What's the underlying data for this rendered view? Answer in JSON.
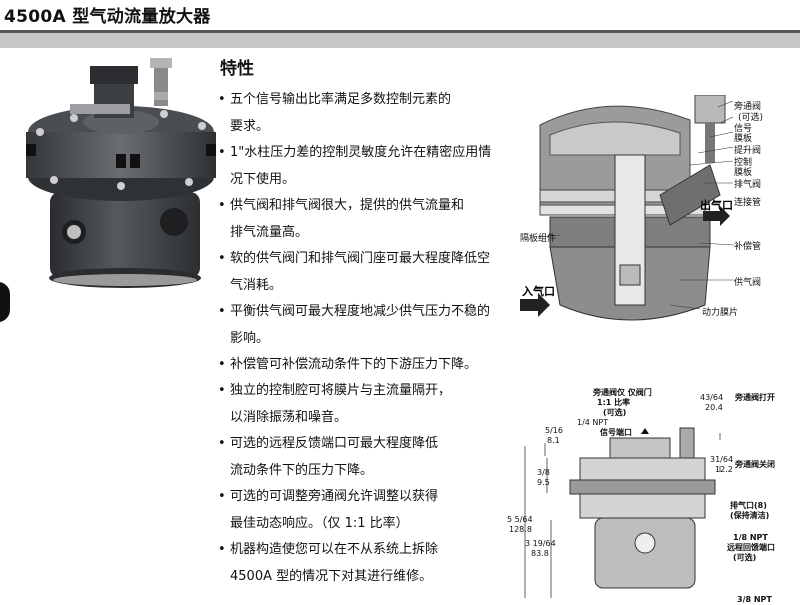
{
  "header": {
    "title": "4500A 型气动流量放大器"
  },
  "section_title": "特性",
  "features": [
    "五个信号输出比率满足多数控制元素的要求。",
    "1\"水柱压力差的控制灵敏度允许在精密应用情况下使用。",
    "供气阀和排气阀很大，提供的供气流量和排气流量高。",
    "软的供气阀门和排气阀门座可最大程度降低空气消耗。",
    "平衡供气阀可最大程度地减少供气压力不稳的影响。",
    "补偿管可补偿流动条件下的下游压力下降。",
    "独立的控制腔可将膜片与主流量隔开，以消除振荡和噪音。",
    "可选的远程反馈端口可最大程度降低流动条件下的压力下降。",
    "可选的可调整旁通阀允许调整以获得最佳动态响应。（仅 1:1 比率）",
    "机器构造使您可以在不从系统上拆除4500A 型的情况下对其进行维修。"
  ],
  "features_lines": [
    [
      "五个信号输出比率满足多数控制元素的",
      "要求。"
    ],
    [
      "1\"水柱压力差的控制灵敏度允许在精密应用情",
      "况下使用。"
    ],
    [
      "供气阀和排气阀很大，提供的供气流量和",
      "排气流量高。"
    ],
    [
      "软的供气阀门和排气阀门座可最大程度降低空",
      "气消耗。"
    ],
    [
      "平衡供气阀可最大程度地减少供气压力不稳的",
      "影响。"
    ],
    [
      "补偿管可补偿流动条件下的下游压力下降。"
    ],
    [
      "独立的控制腔可将膜片与主流量隔开，",
      "以消除振荡和噪音。"
    ],
    [
      "可选的远程反馈端口可最大程度降低",
      "流动条件下的压力下降。"
    ],
    [
      "可选的可调整旁通阀允许调整以获得",
      "最佳动态响应。（仅 1:1 比率）"
    ],
    [
      "机器构造使您可以在不从系统上拆除",
      "4500A 型的情况下对其进行维修。"
    ]
  ],
  "cutaway": {
    "labels": {
      "bypass": "旁通阀",
      "optional": "(可选)",
      "signal_diaphragm": "信号膜板",
      "lift_valve": "提升阀",
      "control_diaphragm": "控制膜板",
      "exhaust_valve": "排气阀",
      "connecting_pipe": "连接管",
      "outlet": "出气口",
      "diaphragm_assembly": "隔板组件",
      "compensation_pipe": "补偿管",
      "supply_valve": "供气阀",
      "inlet": "入气口",
      "power_diaphragm": "动力膜片"
    }
  },
  "drawing": {
    "labels": {
      "bypass_top": "旁通阀仅 仅阀门",
      "ratio": "1:1 比率",
      "optional1": "(可选)",
      "frac_43_64": "43/64",
      "mm_20_4": "20.4",
      "bypass_open": "旁通阀打开",
      "frac_5_16": "5/16",
      "mm_8_1": "8.1",
      "npt_14": "1/4 NPT",
      "signal_port": "信号端口",
      "frac_31_64": "31/64",
      "mm_12_2": "12.2",
      "bypass_closed": "旁通阀关闭",
      "frac_3_8": "3/8",
      "mm_9_5": "9.5",
      "exhaust_port": "排气口(8)",
      "exhaust_note": "(保持清洁)",
      "dim_5_5_64": "5 5/64",
      "mm_128_8": "128.8",
      "dim_3_19_64": "3 19/64",
      "mm_83_8": "83.8",
      "npt_18": "1/8 NPT",
      "remote_feedback": "远程回馈端口",
      "optional2": "(可选)",
      "npt_38": "3/8 NPT"
    }
  },
  "colors": {
    "topbar": "#c8c8c8",
    "body_metal": "#3a3d41",
    "cutaway_gray": "#8a8a8a"
  }
}
